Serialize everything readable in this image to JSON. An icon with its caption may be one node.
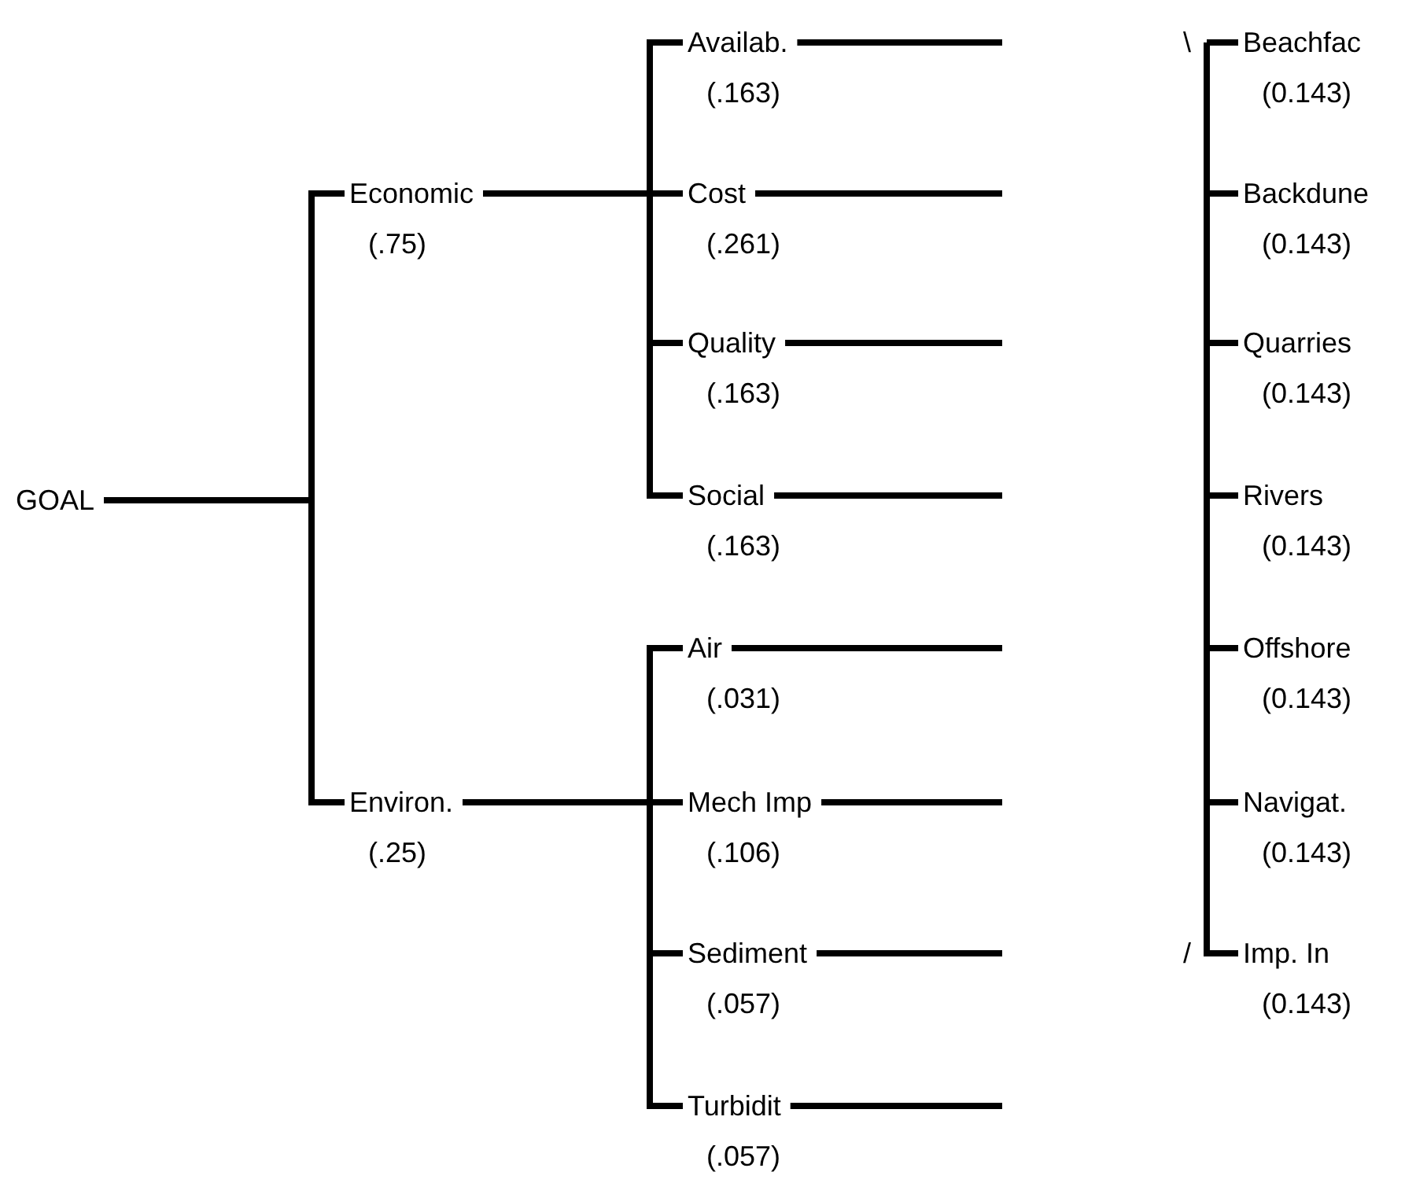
{
  "diagram": {
    "nodes": [
      {
        "text": [
          "GOAL"
        ]
      },
      {
        "text": [
          "Economic",
          "(.75)"
        ]
      },
      {
        "text": [
          "Environ.",
          "(.25)"
        ]
      },
      {
        "text": [
          "Availab.",
          "(.163)"
        ]
      },
      {
        "text": [
          "Cost",
          "(.261)"
        ]
      },
      {
        "text": [
          "Quality",
          "(.163)"
        ]
      },
      {
        "text": [
          "Social",
          "(.163)"
        ]
      },
      {
        "text": [
          "Air",
          "(.031)"
        ]
      },
      {
        "text": [
          "Mech Imp",
          "(.106)"
        ]
      },
      {
        "text": [
          "Sediment",
          "(.057)"
        ]
      },
      {
        "text": [
          "Turbidit",
          "(.057)"
        ]
      },
      {
        "text": [
          "Beachfac",
          "(0.143)"
        ]
      },
      {
        "text": [
          "Backdune",
          "(0.143)"
        ]
      },
      {
        "text": [
          "Quarries",
          "(0.143)"
        ]
      },
      {
        "text": [
          "Rivers",
          "(0.143)"
        ]
      },
      {
        "text": [
          "Offshore",
          "(0.143)"
        ]
      },
      {
        "text": [
          "Navigat.",
          "(0.143)"
        ]
      },
      {
        "text": [
          "Imp. In",
          "(0.143)"
        ]
      }
    ],
    "edges": [
      {
        "from": 0,
        "to": 1,
        "arrow": "none"
      },
      {
        "from": 0,
        "to": 2,
        "arrow": "none"
      },
      {
        "from": 1,
        "to": 3,
        "arrow": "none"
      },
      {
        "from": 1,
        "to": 4,
        "arrow": "none"
      },
      {
        "from": 1,
        "to": 5,
        "arrow": "none"
      },
      {
        "from": 1,
        "to": 6,
        "arrow": "none"
      },
      {
        "from": 2,
        "to": 7,
        "arrow": "none"
      },
      {
        "from": 2,
        "to": 8,
        "arrow": "none"
      },
      {
        "from": 2,
        "to": 9,
        "arrow": "none"
      },
      {
        "from": 2,
        "to": 10,
        "arrow": "none"
      },
      {
        "from": 3,
        "to": null,
        "arrow": "none"
      },
      {
        "from": 4,
        "to": null,
        "arrow": "none"
      },
      {
        "from": 5,
        "to": null,
        "arrow": "none"
      },
      {
        "from": 6,
        "to": null,
        "arrow": "none"
      },
      {
        "from": 7,
        "to": null,
        "arrow": "none"
      },
      {
        "from": 8,
        "to": null,
        "arrow": "none"
      },
      {
        "from": 9,
        "to": null,
        "arrow": "none"
      },
      {
        "from": 10,
        "to": null,
        "arrow": "none"
      },
      {
        "from": null,
        "to": 11,
        "arrow": "none"
      },
      {
        "from": null,
        "to": 12,
        "arrow": "none"
      },
      {
        "from": null,
        "to": 13,
        "arrow": "none"
      },
      {
        "from": null,
        "to": 14,
        "arrow": "none"
      },
      {
        "from": null,
        "to": 15,
        "arrow": "none"
      },
      {
        "from": null,
        "to": 16,
        "arrow": "none"
      },
      {
        "from": null,
        "to": 17,
        "arrow": "none"
      }
    ],
    "labels": [
      "\\",
      "/"
    ]
  }
}
